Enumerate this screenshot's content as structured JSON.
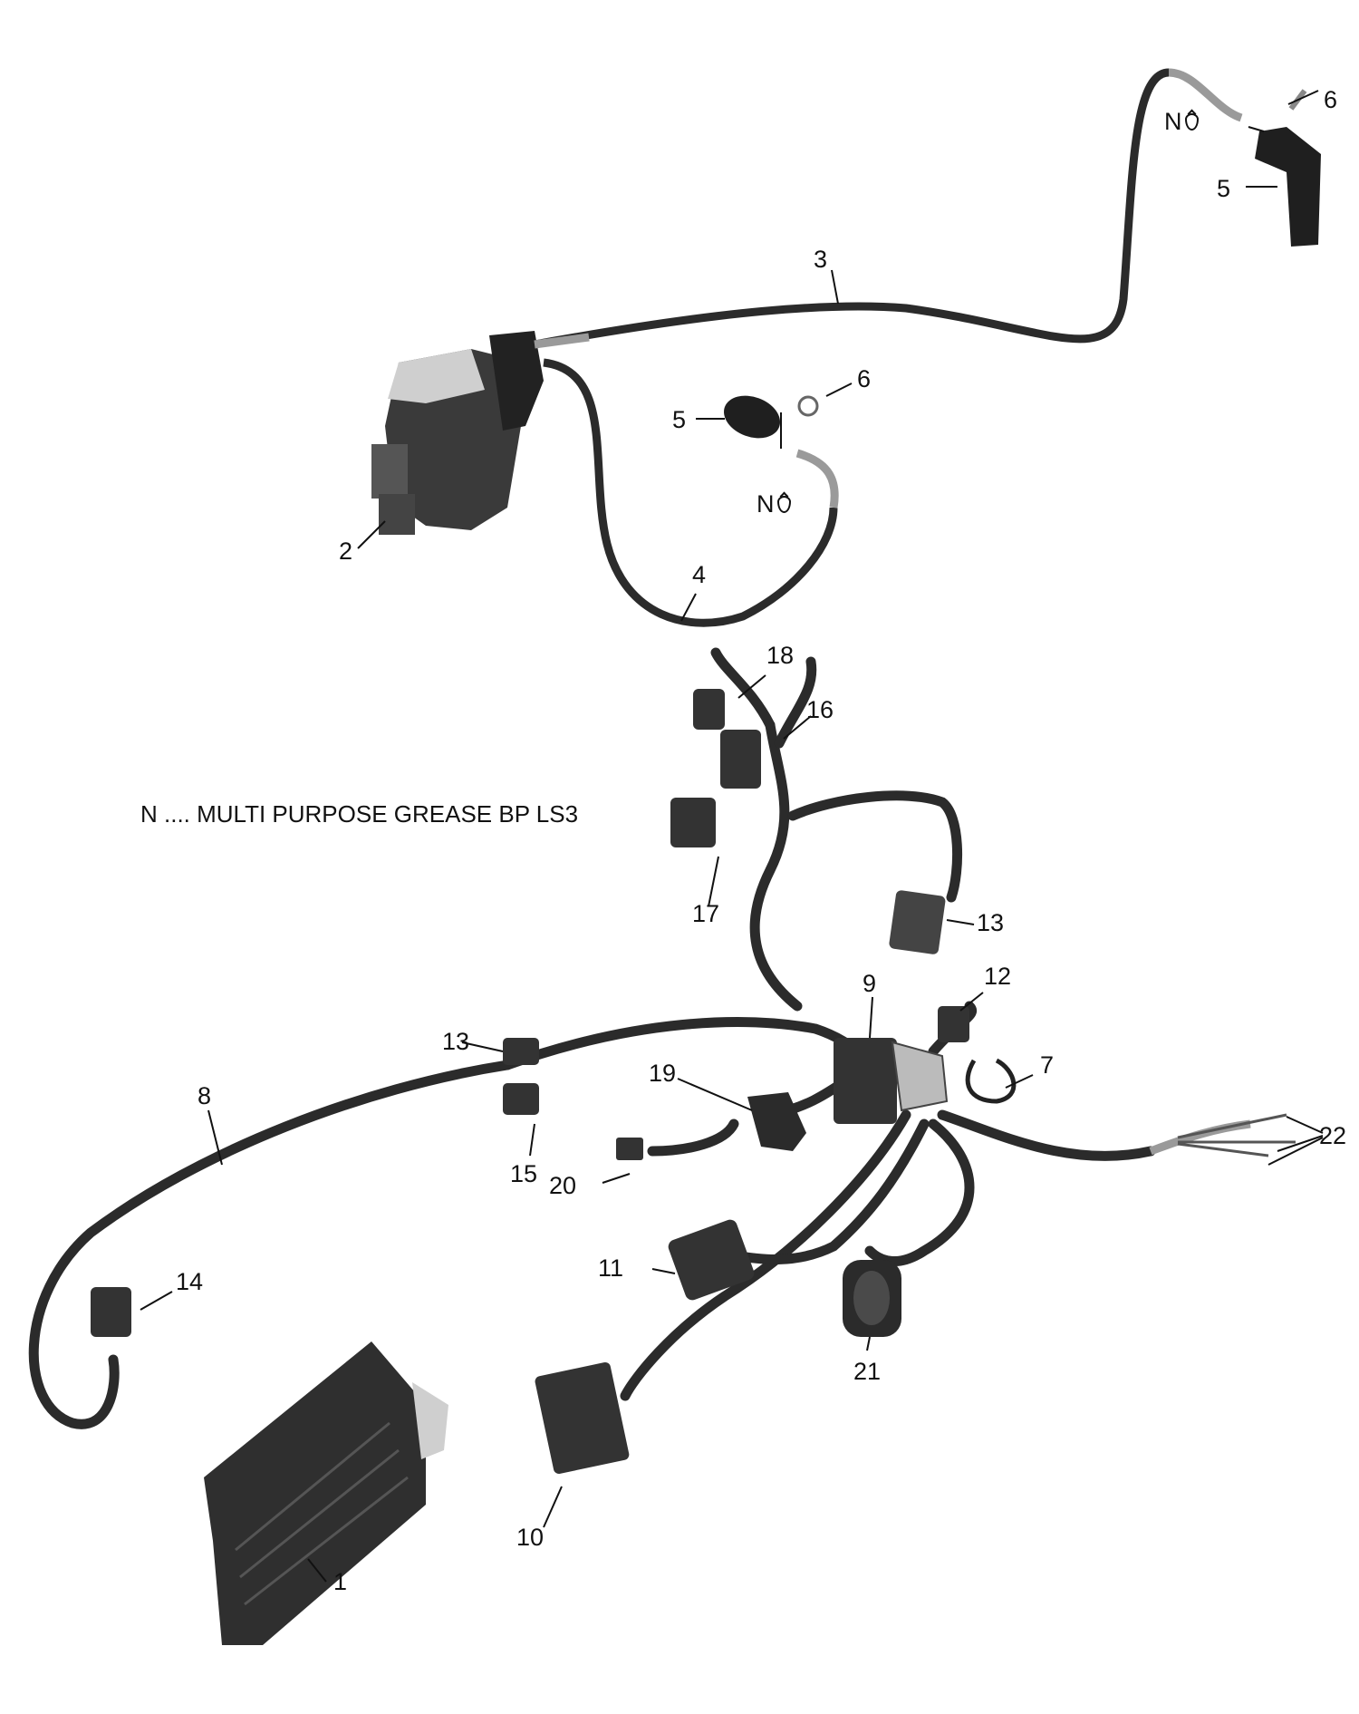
{
  "callouts": [
    {
      "id": "1",
      "text": "1"
    },
    {
      "id": "2",
      "text": "2"
    },
    {
      "id": "3",
      "text": "3"
    },
    {
      "id": "4",
      "text": "4"
    },
    {
      "id": "5a",
      "text": "5"
    },
    {
      "id": "5b",
      "text": "5"
    },
    {
      "id": "6a",
      "text": "6"
    },
    {
      "id": "6b",
      "text": "6"
    },
    {
      "id": "7",
      "text": "7"
    },
    {
      "id": "8",
      "text": "8"
    },
    {
      "id": "9",
      "text": "9"
    },
    {
      "id": "10",
      "text": "10"
    },
    {
      "id": "11",
      "text": "11"
    },
    {
      "id": "12",
      "text": "12"
    },
    {
      "id": "13a",
      "text": "13"
    },
    {
      "id": "13b",
      "text": "13"
    },
    {
      "id": "14",
      "text": "14"
    },
    {
      "id": "15",
      "text": "15"
    },
    {
      "id": "16",
      "text": "16"
    },
    {
      "id": "17",
      "text": "17"
    },
    {
      "id": "18",
      "text": "18"
    },
    {
      "id": "19",
      "text": "19"
    },
    {
      "id": "20",
      "text": "20"
    },
    {
      "id": "21",
      "text": "21"
    },
    {
      "id": "22",
      "text": "22"
    }
  ],
  "grease_marks": [
    {
      "id": "top",
      "letter": "N"
    },
    {
      "id": "mid",
      "letter": "N"
    }
  ],
  "legend": {
    "note": "N .... MULTI PURPOSE GREASE BP LS3"
  },
  "colors": {
    "cable": "#2b2b2b",
    "cable_end": "#9a9a9a",
    "part_dark": "#3a3a3a",
    "part_light": "#cfcfcf",
    "ink": "#111111"
  }
}
